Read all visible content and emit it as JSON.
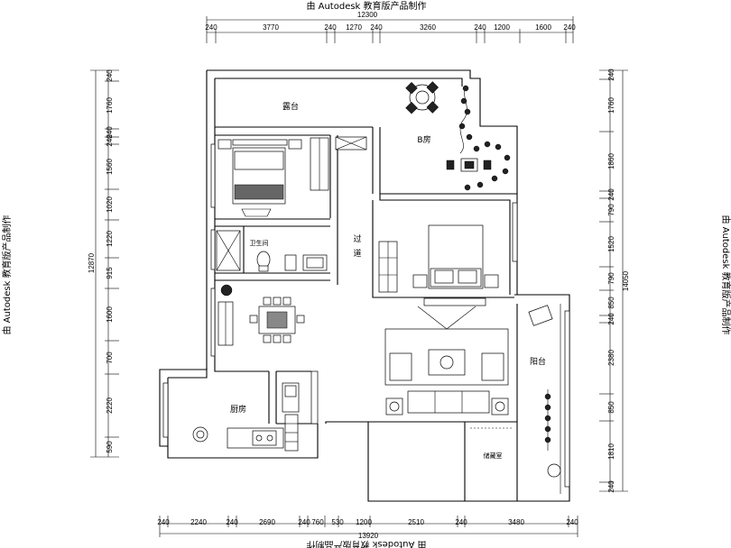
{
  "watermarks": {
    "top": "由 Autodesk 教育版产品制作",
    "bottom": "由 Autodesk 教育版产品制作",
    "left": "由 Autodesk 教育版产品制作",
    "right": "由 Autodesk 教育版产品制作"
  },
  "dimensions": {
    "top_total": "12300",
    "top": [
      "240",
      "3770",
      "240",
      "1270",
      "240",
      "3260",
      "240",
      "1200",
      "1600",
      "240"
    ],
    "bottom_total": "13920",
    "bottom": [
      "240",
      "2240",
      "240",
      "2690",
      "240",
      "760",
      "530",
      "1200",
      "2510",
      "240",
      "3480",
      "240"
    ],
    "left_total": "12870",
    "left": [
      "240",
      "1760",
      "240",
      "240",
      "1560",
      "1020",
      "1220",
      "915",
      "1600",
      "700",
      "2220",
      "590"
    ],
    "right_total": "14050",
    "right": [
      "240",
      "1760",
      "1860",
      "240",
      "790",
      "1520",
      "790",
      "850",
      "240",
      "2380",
      "850",
      "1810",
      "240"
    ]
  },
  "rooms": {
    "terrace": "露台",
    "bedroom_b": "B房",
    "bathroom": "卫生间",
    "corridor_a": "过",
    "corridor_b": "道",
    "kitchen": "厨房",
    "balcony": "阳台",
    "storage": "储藏室"
  }
}
